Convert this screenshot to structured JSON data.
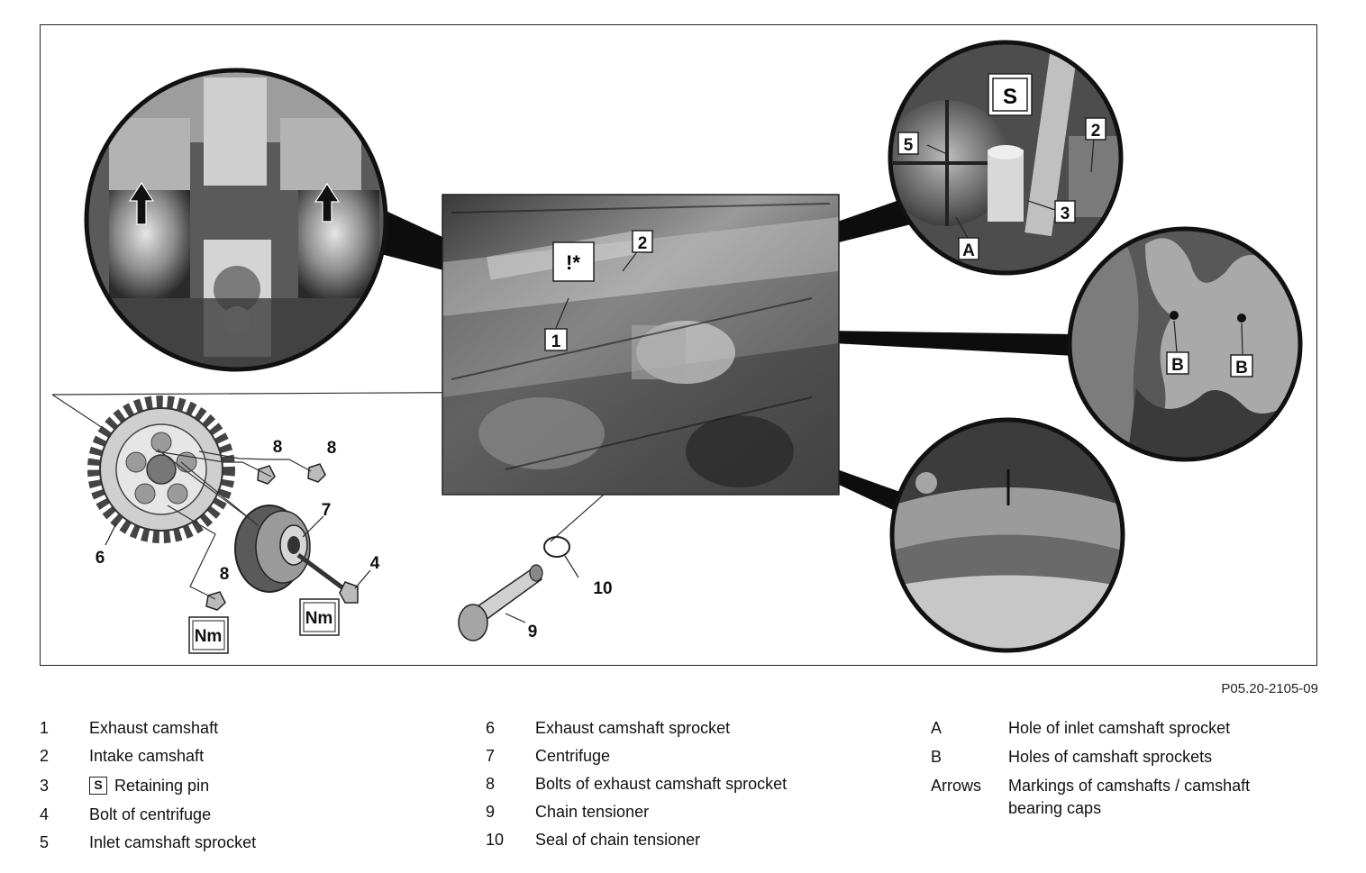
{
  "figure": {
    "code": "P05.20-2105-09",
    "callouts": {
      "c1": "1",
      "c2": "2",
      "c2b": "2",
      "c3": "3",
      "c4": "4",
      "c5": "5",
      "c6": "6",
      "c7": "7",
      "c8a": "8",
      "c8b": "8",
      "c8c": "8",
      "c9": "9",
      "c10": "10",
      "cA": "A",
      "cB1": "B",
      "cB2": "B",
      "nm1": "Nm",
      "nm2": "Nm"
    }
  },
  "legend": {
    "col1": [
      {
        "key": "1",
        "text": "Exhaust camshaft"
      },
      {
        "key": "2",
        "text": "Intake camshaft"
      },
      {
        "key": "3",
        "text": "Retaining pin",
        "icon": "retaining-pin-tool-icon"
      },
      {
        "key": "4",
        "text": "Bolt of centrifuge"
      },
      {
        "key": "5",
        "text": "Inlet camshaft sprocket"
      }
    ],
    "col2": [
      {
        "key": "6",
        "text": "Exhaust camshaft sprocket"
      },
      {
        "key": "7",
        "text": "Centrifuge"
      },
      {
        "key": "8",
        "text": "Bolts of exhaust camshaft sprocket"
      },
      {
        "key": "9",
        "text": "Chain tensioner"
      },
      {
        "key": "10",
        "text": "Seal of chain tensioner"
      }
    ],
    "col3": [
      {
        "key": "A",
        "text": "Hole of inlet camshaft sprocket"
      },
      {
        "key": "B",
        "text": "Holes of camshaft sprockets"
      },
      {
        "key": "Arrows",
        "text": "Markings of camshafts / camshaft",
        "text2": "bearing caps"
      }
    ]
  }
}
